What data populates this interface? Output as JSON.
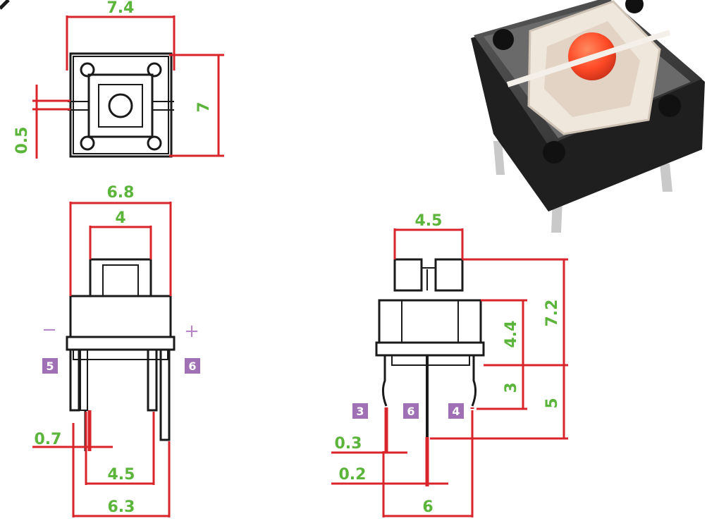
{
  "colors": {
    "dimension_text": "#5bb53a",
    "dimension_line": "#d8242a",
    "outline": "#1a1a1a",
    "pin_badge": "#a070b4",
    "sign_mark": "#b788c9",
    "led": "#ff4a26"
  },
  "top_view": {
    "width": "7.4",
    "height": "7",
    "gap": "0.5"
  },
  "front_view": {
    "body_width": "6.8",
    "cap_width": "4",
    "pin_width": "0.7",
    "pin_inner_pitch": "4.5",
    "pin_outer_pitch": "6.3",
    "minus_sign": "−",
    "plus_sign": "+",
    "pin_left_label": "5",
    "pin_right_label": "6"
  },
  "side_view": {
    "cap_width": "4.5",
    "total_height": "7.2",
    "cap_height": "4.4",
    "body_height": "3",
    "pin_height": "5",
    "pin_thickness_a": "0.3",
    "pin_thickness_b": "0.2",
    "pin_pitch": "6",
    "pin_labels": [
      "3",
      "6",
      "4"
    ]
  }
}
